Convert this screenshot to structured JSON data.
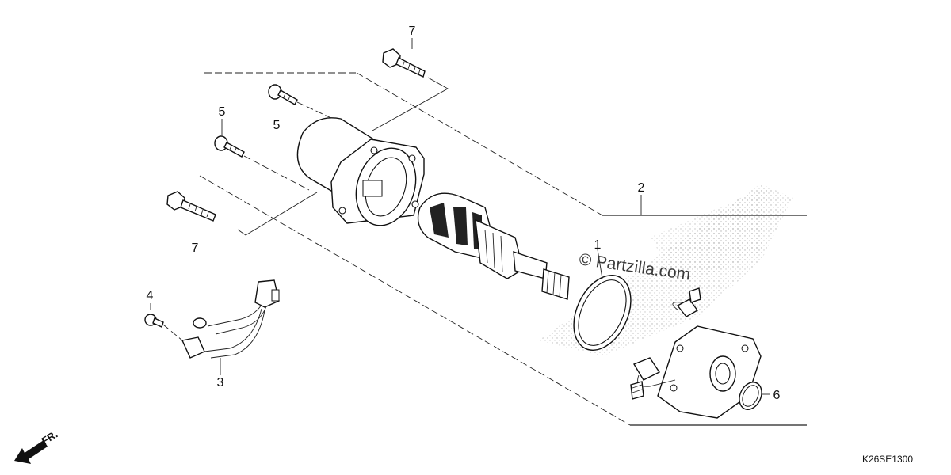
{
  "callouts": {
    "c1": "1",
    "c2": "2",
    "c3": "3",
    "c4": "4",
    "c5a": "5",
    "c5b": "5",
    "c6": "6",
    "c7a": "7",
    "c7b": "7"
  },
  "watermark": "© Partzilla.com",
  "direction_label": "FR.",
  "diagram_code": "K26SE1300"
}
